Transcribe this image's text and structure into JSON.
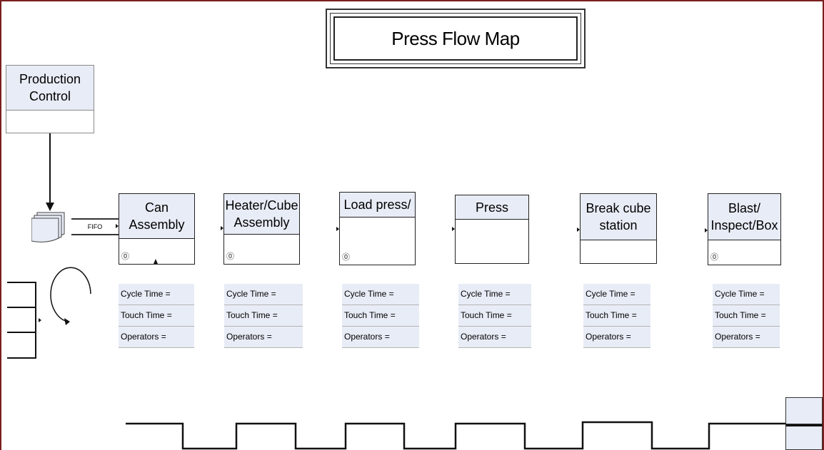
{
  "title": "Press  Flow Map",
  "production_control": {
    "label": "Production\nControl"
  },
  "fifo_label": "FIFO",
  "processes": [
    {
      "name": "Can\nAssembly",
      "cycle": "Cycle Time =",
      "touch": "Touch Time =",
      "operators": "Operators ="
    },
    {
      "name": "Heater/Cube\nAssembly",
      "cycle": "Cycle Time =",
      "touch": "Touch Time =",
      "operators": "Operators ="
    },
    {
      "name": "Load press/",
      "cycle": "Cycle Time =",
      "touch": "Touch Time =",
      "operators": "Operators ="
    },
    {
      "name": "Press",
      "cycle": "Cycle Time =",
      "touch": "Touch Time =",
      "operators": "Operators ="
    },
    {
      "name": "Break cube\nstation",
      "cycle": "Cycle Time =",
      "touch": "Touch Time =",
      "operators": "Operators ="
    },
    {
      "name": "Blast/\nInspect/Box",
      "cycle": "Cycle Time =",
      "touch": "Touch Time =",
      "operators": "Operators ="
    }
  ],
  "operator_icon": "operator-icon",
  "colors": {
    "box_fill": "#e8ecf6",
    "frame": "#7a1f1f"
  }
}
